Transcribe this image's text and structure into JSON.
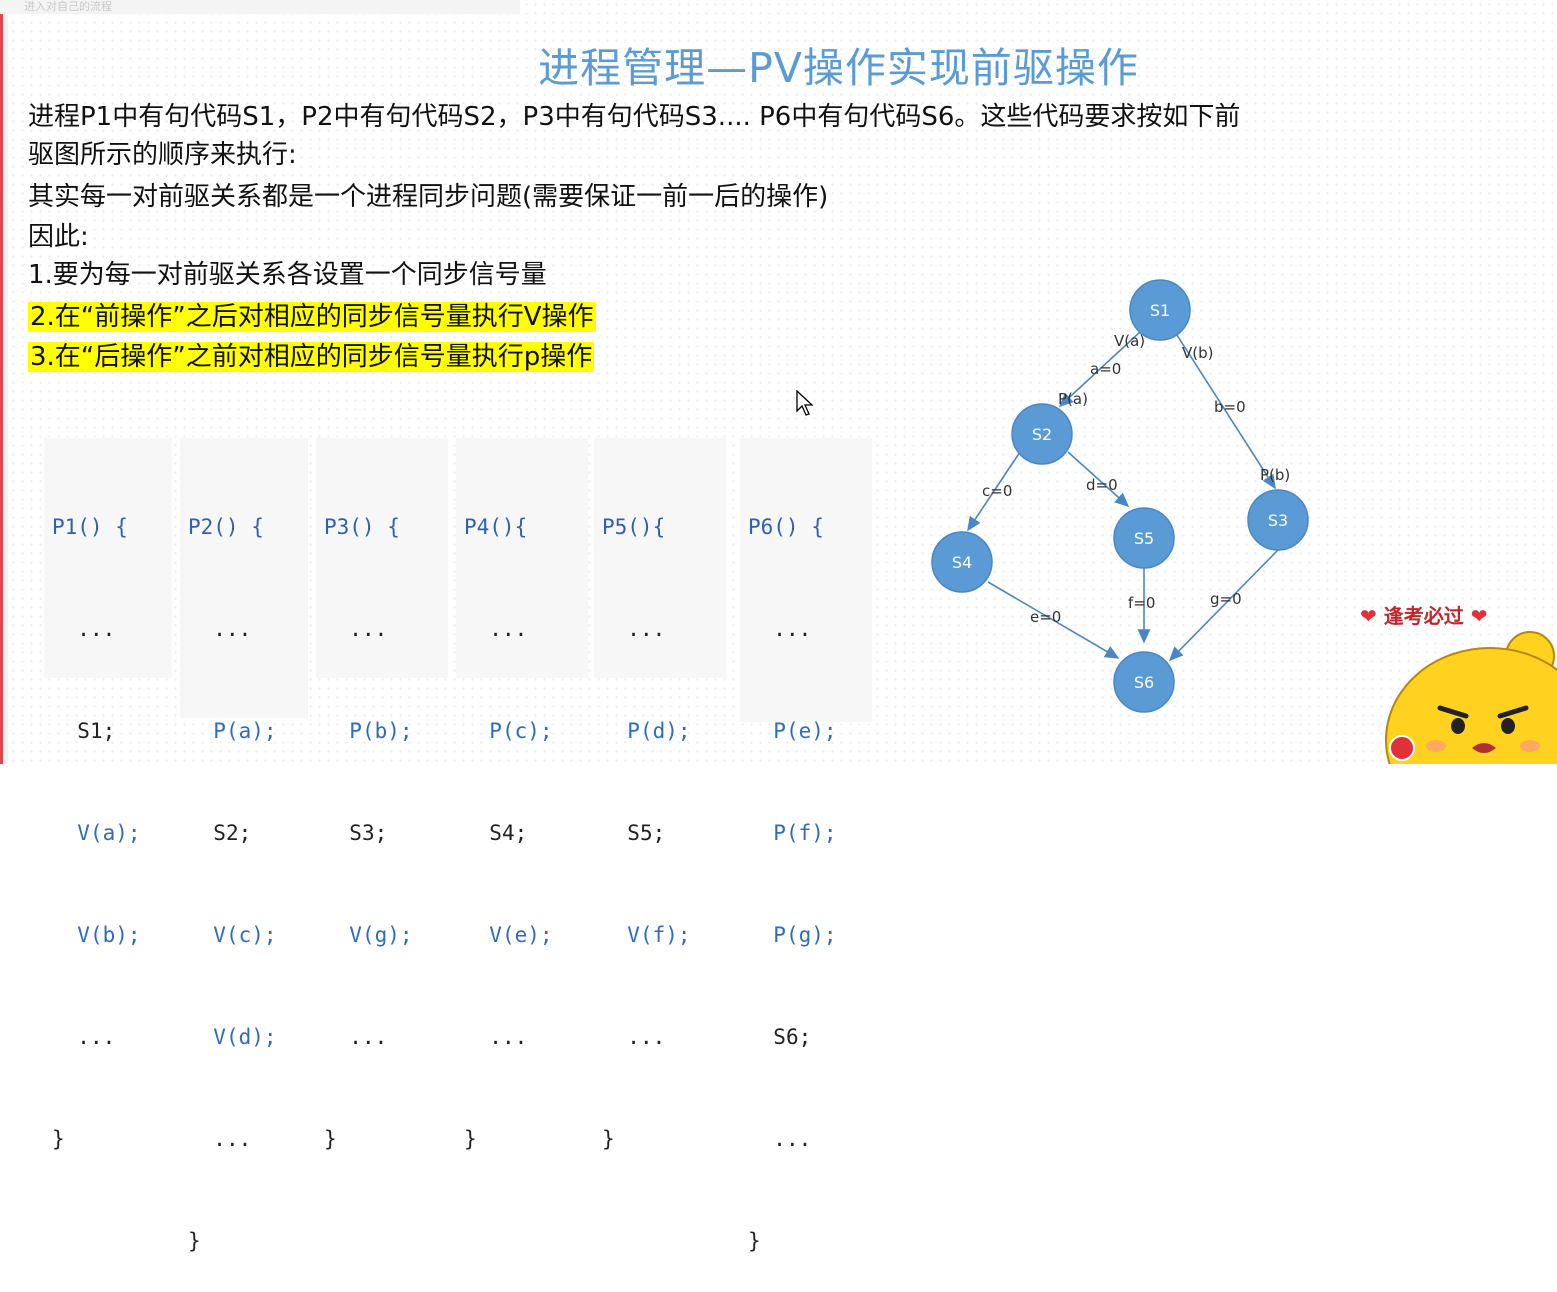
{
  "topbar_text": "进入对自己的流程",
  "title": "进程管理—PV操作实现前驱操作",
  "paragraphs": [
    "进程P1中有句代码S1，P2中有句代码S2，P3中有句代码S3.... P6中有句代码S6。这些代码要求按如下前",
    "驱图所示的顺序来执行:",
    "其实每一对前驱关系都是一个进程同步问题(需要保证一前一后的操作)",
    "因此:",
    "1.要为每一对前驱关系各设置一个同步信号量",
    "2.在“前操作”之后对相应的同步信号量执行V操作",
    "3.在“后操作”之前对相应的同步信号量执行p操作"
  ],
  "code_blocks": [
    {
      "header": "P1() {",
      "lines": [
        "...",
        "S1;",
        "V(a);",
        "V(b);",
        "..."
      ],
      "close": "}"
    },
    {
      "header": "P2() {",
      "lines": [
        "...",
        "P(a);",
        "S2;",
        "V(c);",
        "V(d);",
        "..."
      ],
      "close": "}"
    },
    {
      "header": "P3() {",
      "lines": [
        "...",
        "P(b);",
        "S3;",
        "V(g);",
        "..."
      ],
      "close": "}"
    },
    {
      "header": "P4(){",
      "lines": [
        "...",
        "P(c);",
        "S4;",
        "V(e);",
        "..."
      ],
      "close": "}"
    },
    {
      "header": "P5(){",
      "lines": [
        "...",
        "P(d);",
        "S5;",
        "V(f);",
        "..."
      ],
      "close": "}"
    },
    {
      "header": "P6() {",
      "lines": [
        "...",
        "P(e);",
        "P(f);",
        "P(g);",
        "S6;",
        "..."
      ],
      "close": "}"
    }
  ],
  "graph": {
    "nodes": [
      "S1",
      "S2",
      "S3",
      "S4",
      "S5",
      "S6"
    ],
    "edge_labels": {
      "s1_s2_v": "V(a)",
      "s1_s2_init": "a=0",
      "s1_s2_p": "P(a)",
      "s1_s3_v": "V(b)",
      "s1_s3_init": "b=0",
      "s1_s3_p": "P(b)",
      "s2_s4": "c=0",
      "s2_s5": "d=0",
      "s4_s6": "e=0",
      "s5_s6": "f=0",
      "s3_s6": "g=0"
    },
    "node_color": "#5b9bd5"
  },
  "stamp_text": "逢考必过",
  "colors": {
    "title": "#5b9bd5",
    "highlight": "#ffff00",
    "node": "#5b9bd5"
  }
}
